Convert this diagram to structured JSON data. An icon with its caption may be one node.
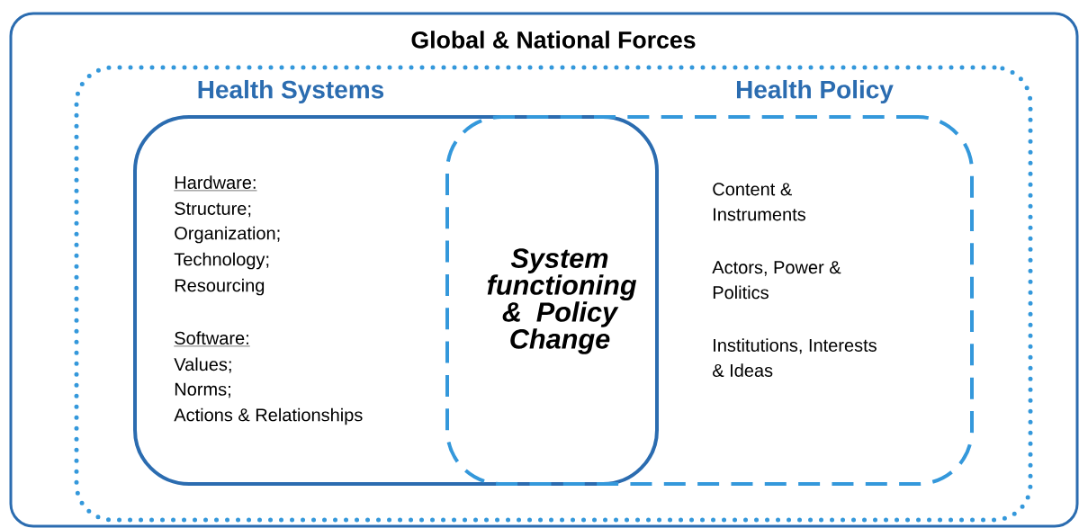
{
  "diagram": {
    "nodes": [
      {
        "text": [
          "Global & National Forces"
        ]
      },
      {
        "text": [],
        "shape": "box",
        "in": 0
      },
      {
        "text": [
          "Health Systems",
          "Hardware:",
          "Structure;",
          "Organization;",
          "Technology;",
          "Resourcing",
          "Software:",
          "Values;",
          "Norms;",
          "Actions & Relationships"
        ],
        "in": 1
      },
      {
        "text": [
          "Health Policy",
          "Content & Instruments",
          "Actors, Power & Politics",
          "Institutions, Interests & Ideas"
        ],
        "in": 1
      }
    ],
    "labels": [
      "System functioning & Policy Change"
    ]
  }
}
